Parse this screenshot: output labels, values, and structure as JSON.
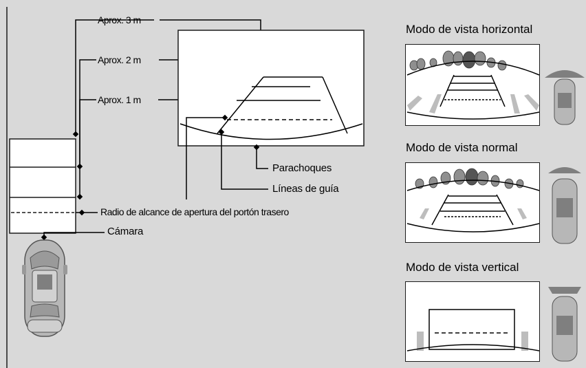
{
  "labels": {
    "aprox_3m": "Aprox. 3 m",
    "aprox_2m": "Aprox. 2 m",
    "aprox_1m": "Aprox. 1 m",
    "parachoques": "Parachoques",
    "lineas_guia": "Líneas de guía",
    "radio_alcance": "Radio de alcance de apertura del portón trasero",
    "camara": "Cámara"
  },
  "modes": {
    "horizontal": "Modo de vista horizontal",
    "normal": "Modo de vista normal",
    "vertical": "Modo de vista vertical"
  },
  "icons": {
    "car_top": "car-top-view-icon",
    "camera_view_wide": "wide-camera-view-icon",
    "camera_view_normal": "normal-camera-view-icon",
    "camera_view_narrow": "narrow-camera-view-icon"
  },
  "colors": {
    "background": "#d9d9d9",
    "panel": "#ffffff",
    "line": "#1a1a1a",
    "view_fan": "#7f7f7f",
    "car_body": "#b7b7b7"
  }
}
